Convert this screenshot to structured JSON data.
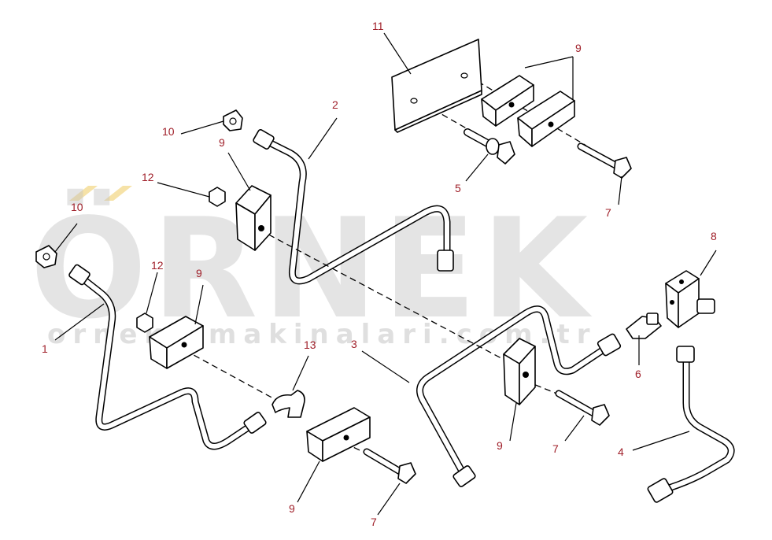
{
  "watermark": {
    "logo_text": "ÖRNEK",
    "url_text": "ornekismakinalari.com.tr"
  },
  "callouts": {
    "c1": "1",
    "c2": "2",
    "c3": "3",
    "c4": "4",
    "c5": "5",
    "c6": "6",
    "c7a": "7",
    "c7b": "7",
    "c7c": "7",
    "c8": "8",
    "c9a": "9",
    "c9b": "9",
    "c9c": "9",
    "c9d": "9",
    "c9e": "9",
    "c10a": "10",
    "c10b": "10",
    "c11": "11",
    "c12a": "12",
    "c12b": "12",
    "c13": "13"
  },
  "colors": {
    "callout_text": "#a0202a",
    "line_art": "#000000",
    "watermark_gray": "#c4c4c4",
    "watermark_accent": "#f3d889"
  }
}
